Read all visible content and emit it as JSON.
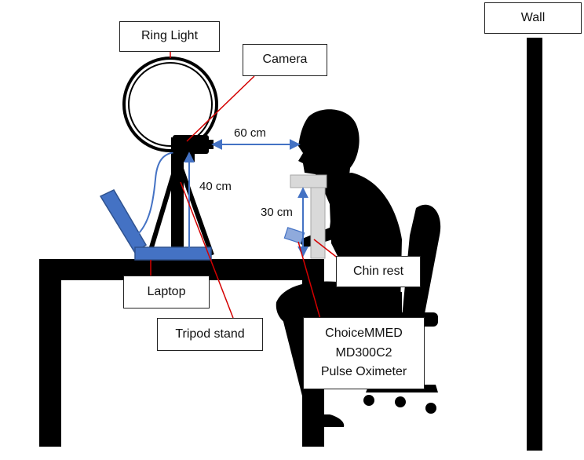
{
  "labels": {
    "ring_light": "Ring Light",
    "camera": "Camera",
    "wall": "Wall",
    "laptop": "Laptop",
    "tripod_stand": "Tripod stand",
    "chin_rest": "Chin rest",
    "oximeter_line1": "ChoiceMMED",
    "oximeter_line2": "MD300C2",
    "oximeter_line3": "Pulse Oximeter"
  },
  "dimensions": {
    "camera_to_eye": "60 cm",
    "camera_height": "40 cm",
    "chin_rest_height": "30 cm"
  },
  "colors": {
    "silhouette": "#000000",
    "laptop_blue": "#4472C4",
    "dimension_arrow": "#4472C4",
    "leader_line": "#D40000",
    "chin_rest_gray": "#D9D9D9",
    "ring_outline": "#000000"
  }
}
